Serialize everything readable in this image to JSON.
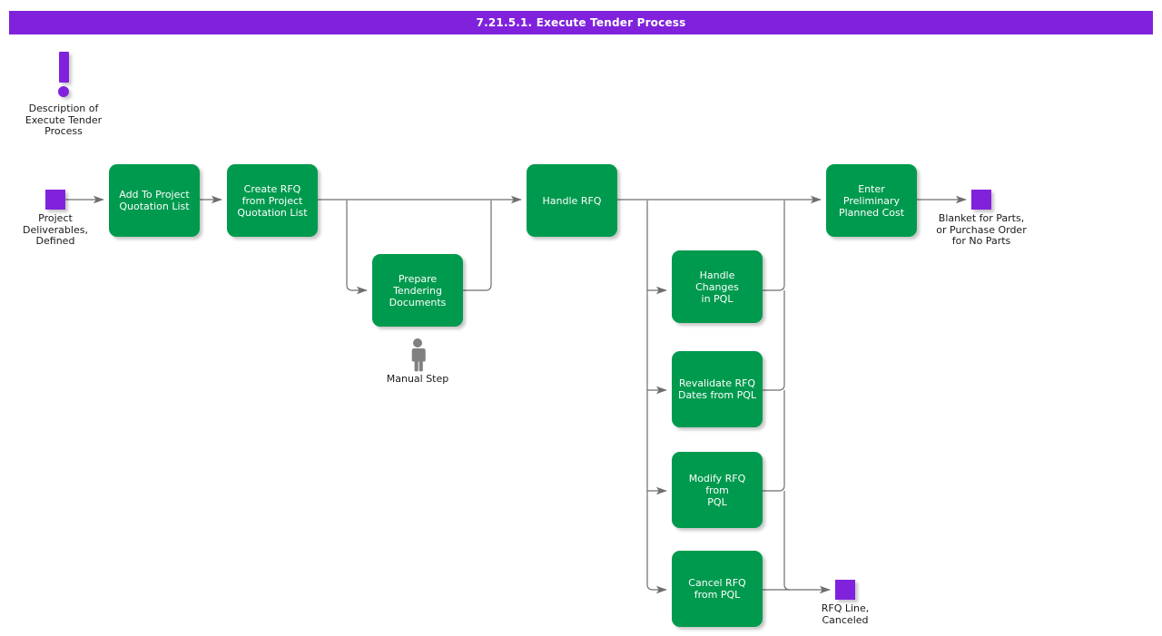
{
  "header": {
    "title": "7.21.5.1. Execute Tender Process",
    "bar_color": "#8022dc",
    "text_color": "#ffffff"
  },
  "palette": {
    "process_green": "#009a4e",
    "event_purple": "#8022dc",
    "edge_gray": "#6e6e6e",
    "manual_gray": "#808080",
    "background": "#ffffff"
  },
  "note": {
    "icon": "exclamation-mark-icon",
    "label": "Description of\nExecute Tender\nProcess"
  },
  "manual_marker": {
    "icon": "person-icon",
    "label": "Manual Step"
  },
  "events": [
    {
      "id": "project-deliverables-defined",
      "label": "Project\nDeliverables,\nDefined"
    },
    {
      "id": "blanket-for-parts",
      "label": "Blanket for Parts,\nor Purchase Order\nfor No Parts"
    },
    {
      "id": "rfq-line-canceled",
      "label": "RFQ Line,\nCanceled"
    }
  ],
  "nodes": [
    {
      "id": "add-to-project-quotation-list",
      "label": "Add To Project\nQuotation List"
    },
    {
      "id": "create-rfq-from-project-quotation-list",
      "label": "Create RFQ\nfrom Project\nQuotation List"
    },
    {
      "id": "prepare-tendering-documents",
      "label": "Prepare\nTendering\nDocuments"
    },
    {
      "id": "handle-rfq",
      "label": "Handle RFQ"
    },
    {
      "id": "enter-preliminary-planned-cost",
      "label": "Enter\nPreliminary\nPlanned Cost"
    },
    {
      "id": "handle-changes-in-pql",
      "label": "Handle Changes\nin PQL"
    },
    {
      "id": "revalidate-rfq-dates-from-pql",
      "label": "Revalidate RFQ\nDates from PQL"
    },
    {
      "id": "modify-rfq-from-pql",
      "label": "Modify RFQ from\nPQL"
    },
    {
      "id": "cancel-rfq-from-pql",
      "label": "Cancel RFQ\nfrom PQL"
    }
  ],
  "diagram": {
    "type": "flowchart",
    "orientation": "left-to-right",
    "edges": [
      {
        "from": "project-deliverables-defined",
        "to": "add-to-project-quotation-list"
      },
      {
        "from": "add-to-project-quotation-list",
        "to": "create-rfq-from-project-quotation-list"
      },
      {
        "from": "create-rfq-from-project-quotation-list",
        "to": "prepare-tendering-documents"
      },
      {
        "from": "create-rfq-from-project-quotation-list",
        "to": "handle-rfq"
      },
      {
        "from": "prepare-tendering-documents",
        "to": "handle-rfq"
      },
      {
        "from": "handle-rfq",
        "to": "enter-preliminary-planned-cost"
      },
      {
        "from": "handle-rfq",
        "to": "handle-changes-in-pql"
      },
      {
        "from": "handle-rfq",
        "to": "revalidate-rfq-dates-from-pql"
      },
      {
        "from": "handle-rfq",
        "to": "modify-rfq-from-pql"
      },
      {
        "from": "handle-rfq",
        "to": "cancel-rfq-from-pql"
      },
      {
        "from": "handle-changes-in-pql",
        "to": "enter-preliminary-planned-cost"
      },
      {
        "from": "revalidate-rfq-dates-from-pql",
        "to": "enter-preliminary-planned-cost"
      },
      {
        "from": "modify-rfq-from-pql",
        "to": "enter-preliminary-planned-cost"
      },
      {
        "from": "cancel-rfq-from-pql",
        "to": "rfq-line-canceled"
      },
      {
        "from": "enter-preliminary-planned-cost",
        "to": "blanket-for-parts"
      }
    ]
  }
}
